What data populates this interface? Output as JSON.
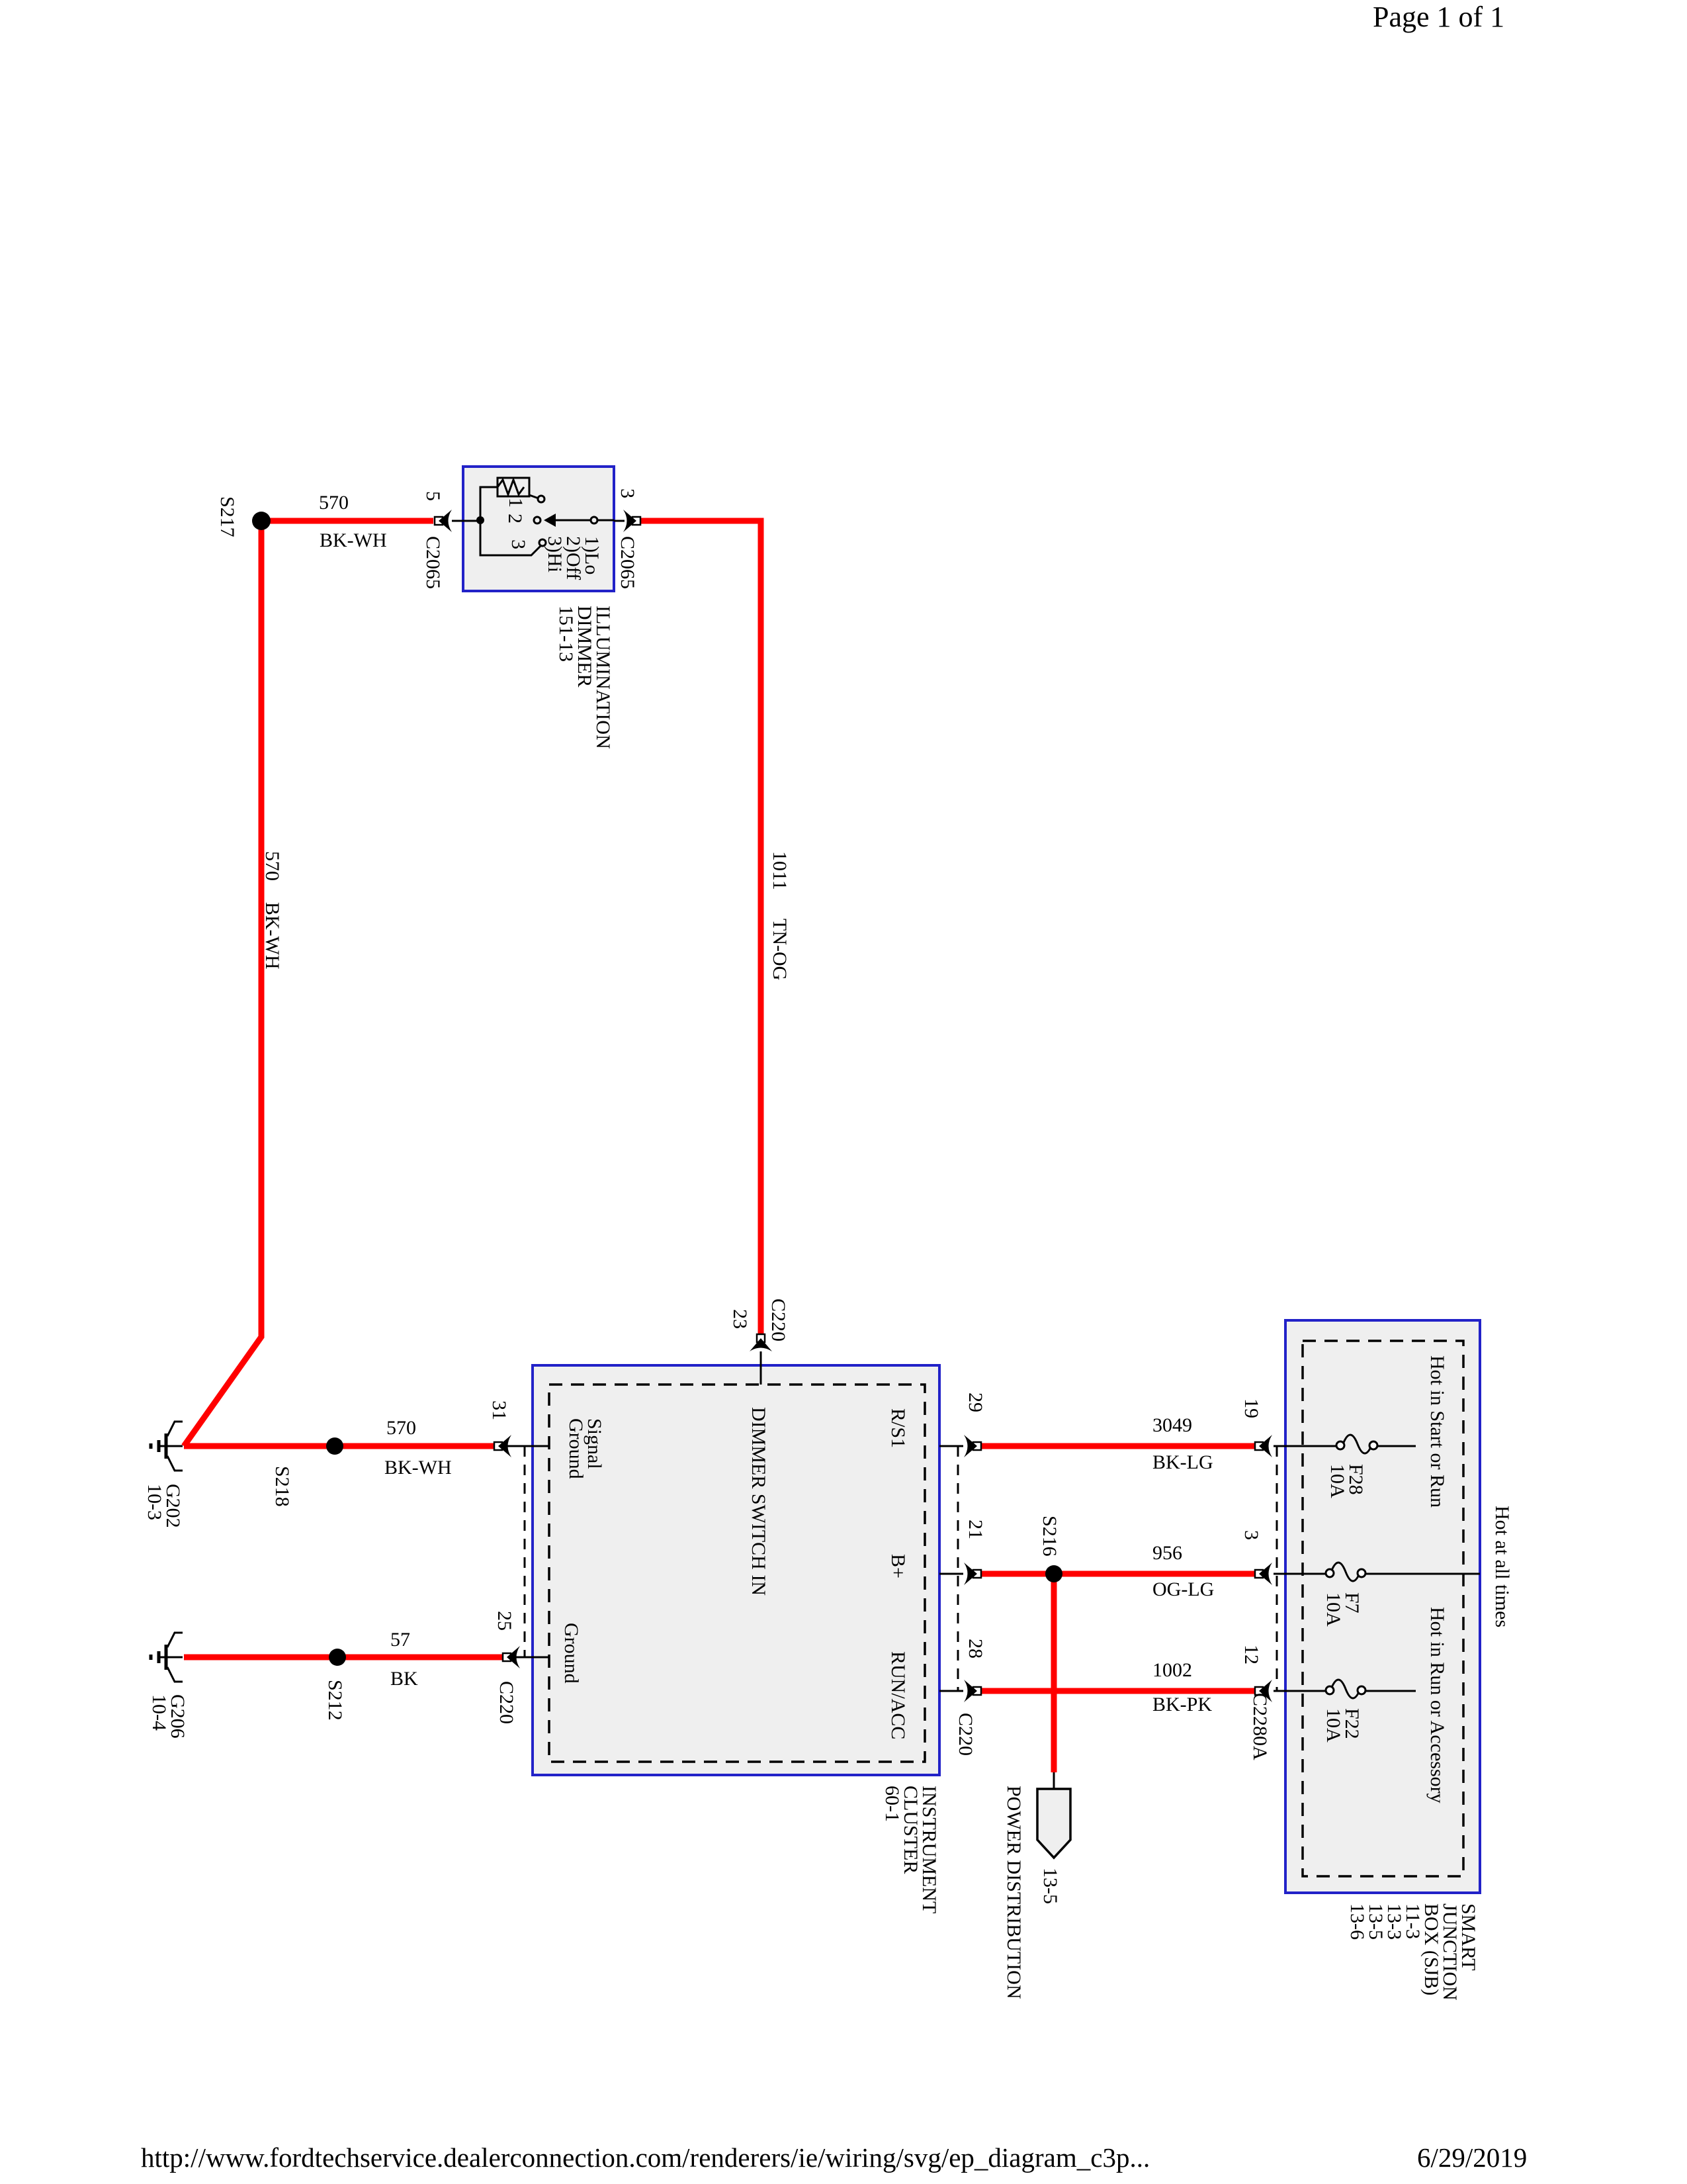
{
  "page": {
    "header": "Page 1 of 1",
    "footer_url": "http://www.fordtechservice.dealerconnection.com/renderers/ie/wiring/svg/ep_diagram_c3p...",
    "footer_date": "6/29/2019"
  },
  "splices": {
    "s217": "S217",
    "s218": "S218",
    "s212": "S212",
    "s216": "S216"
  },
  "grounds": {
    "g202": "G202\n10-3",
    "g206": "G206\n10-4"
  },
  "illumination_dimmer": {
    "title": "ILLUMINATION\nDIMMER\n151-13",
    "positions": "1)Lo\n2)Off\n3)Hi",
    "contact_1": "1",
    "contact_2": "2",
    "contact_3": "3",
    "pin_left": "5",
    "connector_left": "C2065",
    "pin_right": "3",
    "connector_right": "C2065"
  },
  "wires": {
    "w570_top": {
      "circuit": "570",
      "color": "BK-WH"
    },
    "w570_vert": {
      "circuit": "570",
      "color": "BK-WH"
    },
    "w570_ground": {
      "circuit": "570",
      "color": "BK-WH"
    },
    "w1011": {
      "circuit": "1011",
      "color": "TN-OG"
    },
    "w57": {
      "circuit": "57",
      "color": "BK"
    },
    "w3049": {
      "circuit": "3049",
      "color": "BK-LG"
    },
    "w956": {
      "circuit": "956",
      "color": "OG-LG"
    },
    "w1002": {
      "circuit": "1002",
      "color": "BK-PK"
    }
  },
  "dimmer_switch": {
    "title": "DIMMER SWITCH IN",
    "component_ref": "INSTRUMENT\nCLUSTER\n60-1",
    "pin_23": "23",
    "conn_23": "C220",
    "pin_31": "31",
    "label_31": "Signal\nGround",
    "pin_25": "25",
    "conn_25": "C220",
    "label_25": "Ground",
    "pin_29": "29",
    "label_29": "R/S1",
    "pin_21": "21",
    "label_21": "B+",
    "pin_28": "28",
    "label_28": "RUN/ACC",
    "conn_right": "C220"
  },
  "sjb": {
    "title": "SMART\nJUNCTION\nBOX (SJB)\n11-3\n13-3\n13-5\n13-6",
    "connector": "C2280A",
    "fuse_f28": {
      "name": "F28\n10A",
      "feed": "Hot in Start or Run",
      "pin": "19"
    },
    "fuse_f7": {
      "name": "F7\n10A",
      "feed": "Hot at all times",
      "pin": "3"
    },
    "fuse_f22": {
      "name": "F22\n10A",
      "feed": "Hot in Run or Accessory",
      "pin": "12"
    }
  },
  "power_distribution": {
    "label": "POWER DISTRIBUTION",
    "ref": "13-5"
  },
  "colors": {
    "wire": "#ff0000",
    "box_border": "#2222c8",
    "box_fill": "#efefef"
  }
}
